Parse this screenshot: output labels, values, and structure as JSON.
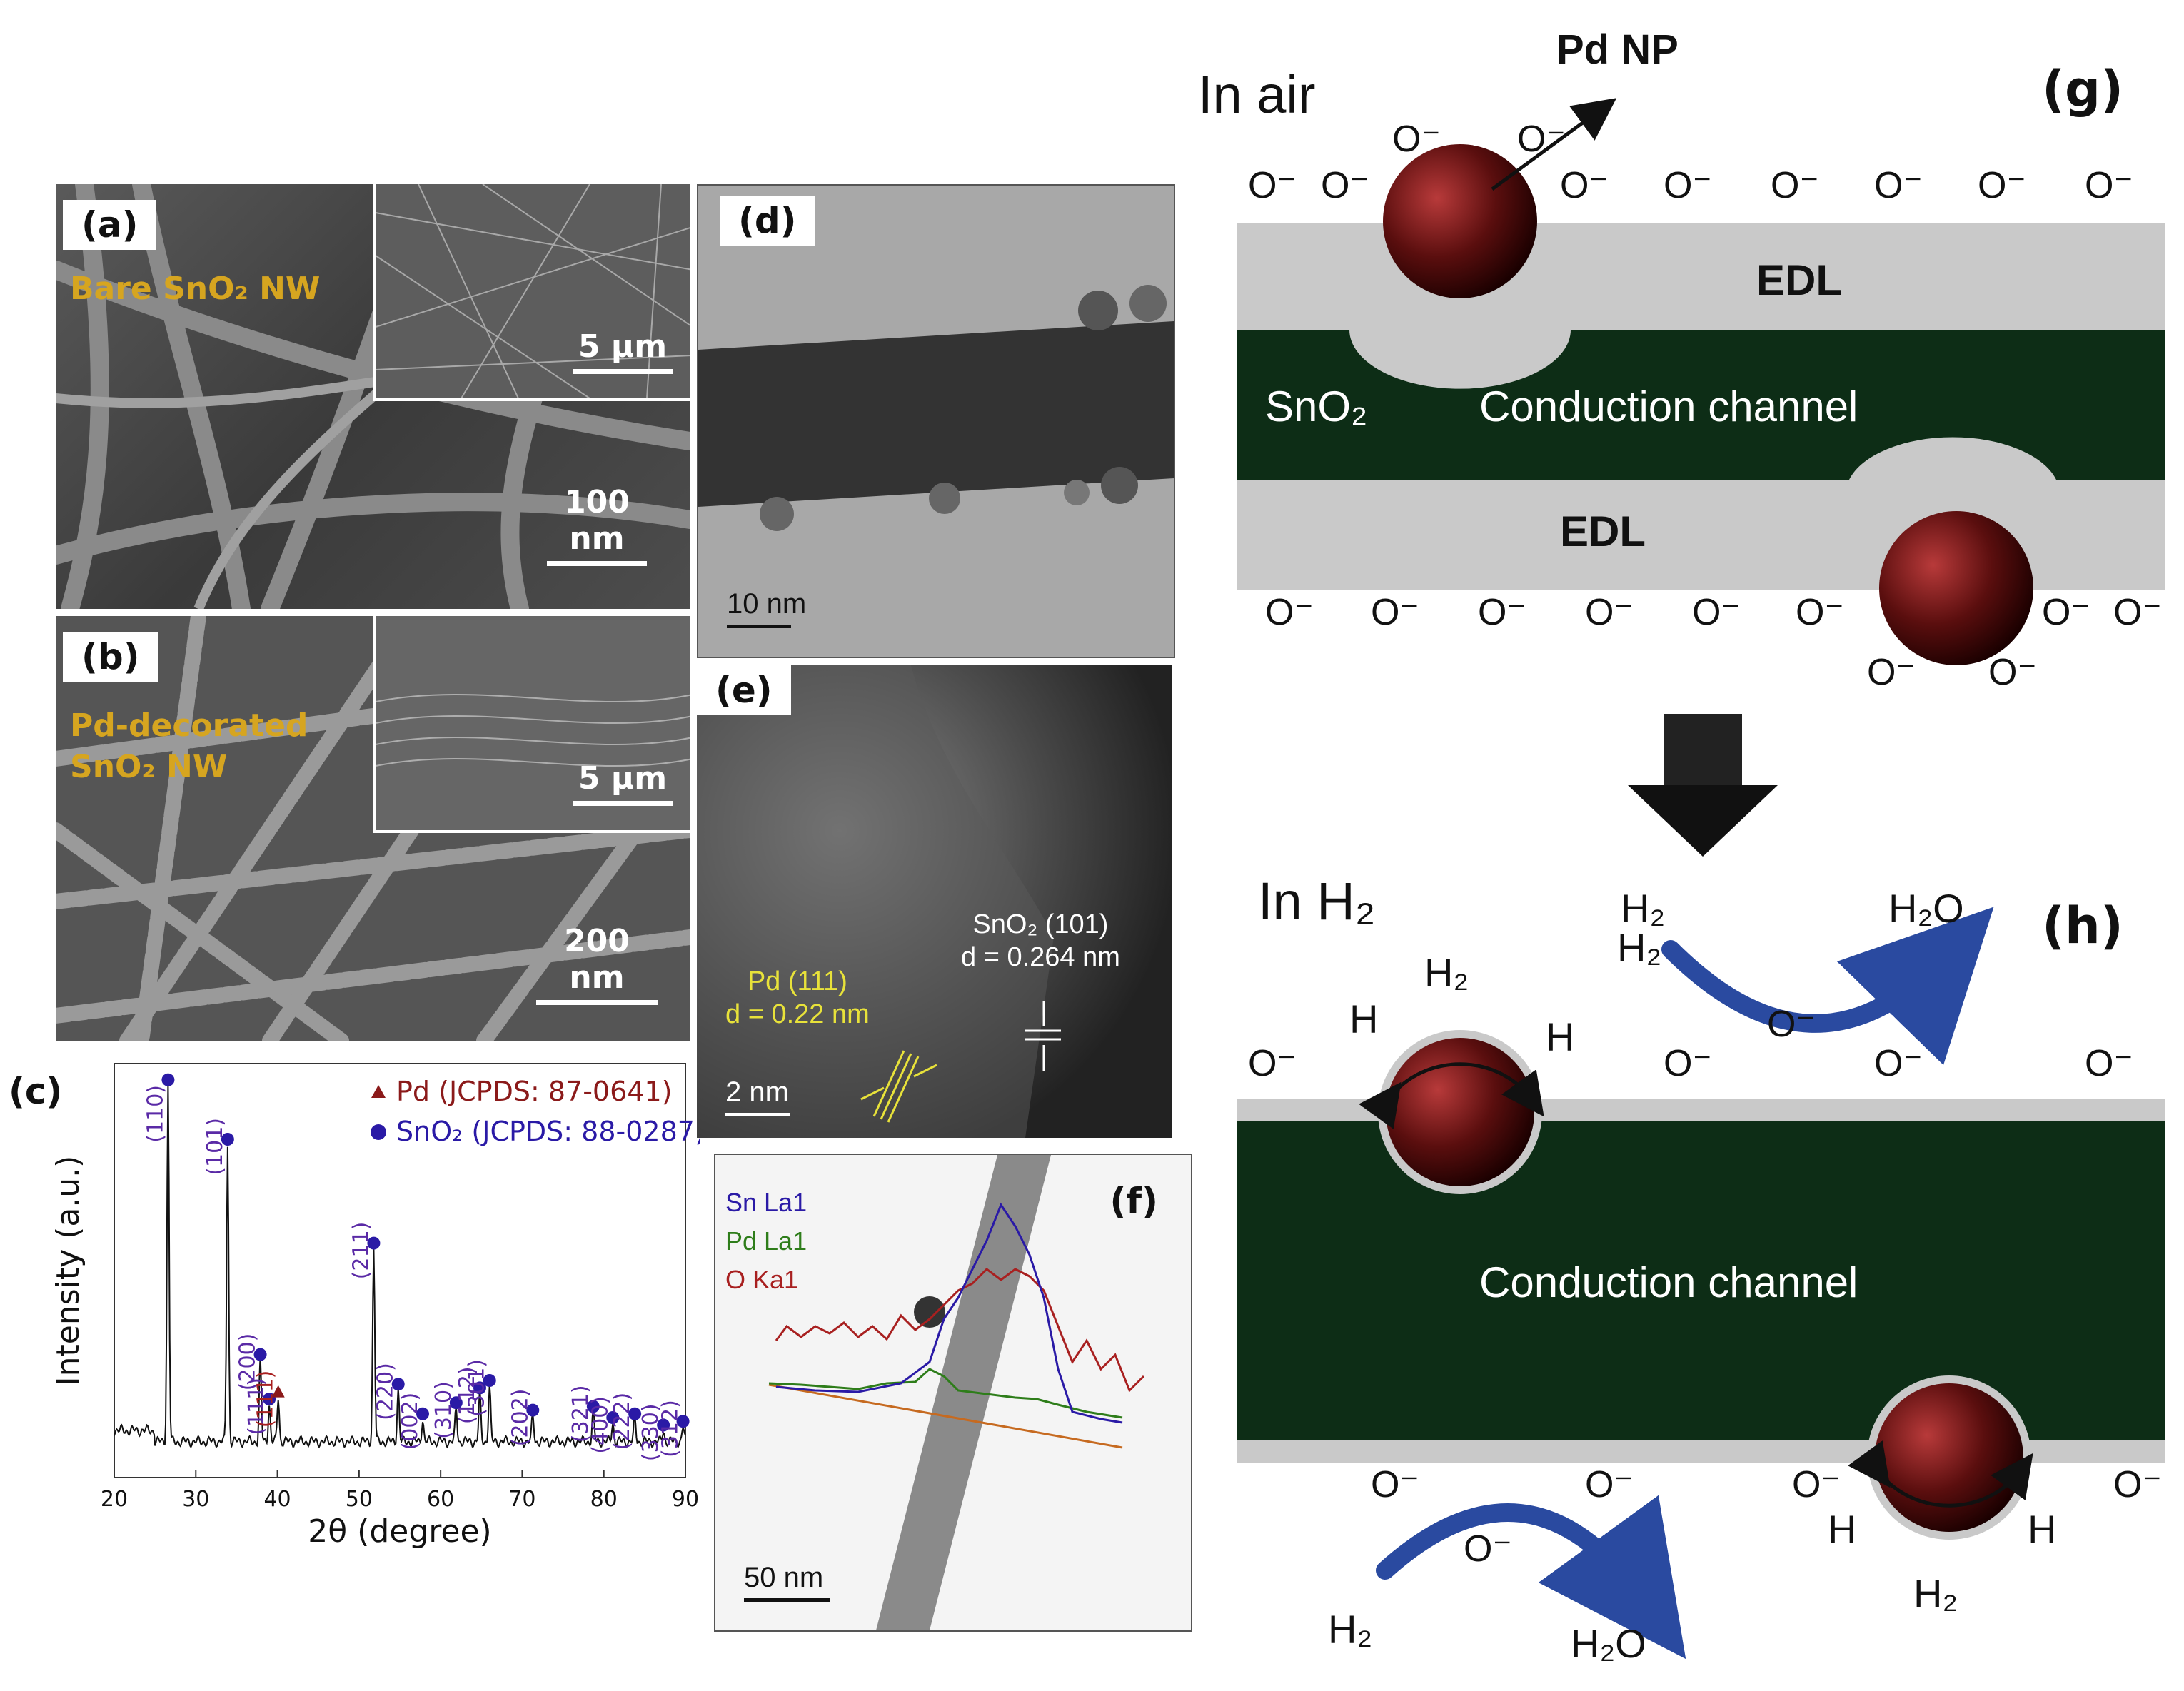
{
  "panels": {
    "a": {
      "label": "(a)",
      "title": "Bare SnO₂ NW",
      "inset_scale": "5 µm",
      "scale": "100 nm"
    },
    "b": {
      "label": "(b)",
      "title_line1": "Pd-decorated",
      "title_line2": "SnO₂ NW",
      "inset_scale": "5 µm",
      "scale": "200 nm"
    },
    "c": {
      "label": "(c)"
    },
    "d": {
      "label": "(d)",
      "scale": "10 nm"
    },
    "e": {
      "label": "(e)",
      "sno2_line1": "SnO₂ (101)",
      "sno2_line2": "d = 0.264 nm",
      "pd_line1": "Pd (111)",
      "pd_line2": "d = 0.22 nm",
      "scale": "2 nm"
    },
    "f": {
      "label": "(f)",
      "legend": [
        "Sn La1",
        "Pd La1",
        "O Ka1"
      ],
      "legend_colors": [
        "#2a1aa6",
        "#2e7d1a",
        "#a82020"
      ],
      "scale": "50 nm"
    },
    "g": {
      "label": "(g)",
      "env": "In air",
      "pd_np": "Pd NP",
      "edl_top": "EDL",
      "edl_bottom": "EDL",
      "material": "SnO₂",
      "channel": "Conduction channel",
      "ion": "O⁻"
    },
    "h": {
      "label": "(h)",
      "env": "In H₂",
      "channel": "Conduction channel",
      "h2": "H₂",
      "h2o": "H₂O",
      "h": "H",
      "ion": "O⁻"
    }
  },
  "chart_data": {
    "type": "line",
    "xlabel": "2θ (degree)",
    "ylabel": "Intensity (a.u.)",
    "xlim": [
      20,
      90
    ],
    "xticks": [
      20,
      30,
      40,
      50,
      60,
      70,
      80,
      90
    ],
    "legend": [
      {
        "name": "Pd (JCPDS: 87-0641)",
        "marker": "triangle",
        "color": "#8b1a1a"
      },
      {
        "name": "SnO₂ (JCPDS: 88-0287)",
        "marker": "circle",
        "color": "#2a1aa6"
      }
    ],
    "peaks": [
      {
        "x": 26.6,
        "y": 0.96,
        "label": "(110)",
        "phase": "SnO2"
      },
      {
        "x": 33.9,
        "y": 0.8,
        "label": "(101)",
        "phase": "SnO2"
      },
      {
        "x": 37.9,
        "y": 0.22,
        "label": "(200)",
        "phase": "SnO2"
      },
      {
        "x": 39.0,
        "y": 0.1,
        "label": "(111)",
        "phase": "SnO2"
      },
      {
        "x": 40.1,
        "y": 0.12,
        "label": "(111)",
        "phase": "Pd"
      },
      {
        "x": 51.8,
        "y": 0.52,
        "label": "(211)",
        "phase": "SnO2"
      },
      {
        "x": 54.8,
        "y": 0.14,
        "label": "(220)",
        "phase": "SnO2"
      },
      {
        "x": 57.8,
        "y": 0.06,
        "label": "(002)",
        "phase": "SnO2"
      },
      {
        "x": 61.9,
        "y": 0.09,
        "label": "(310)",
        "phase": "SnO2"
      },
      {
        "x": 64.8,
        "y": 0.13,
        "label": "(112)",
        "phase": "SnO2"
      },
      {
        "x": 66.0,
        "y": 0.15,
        "label": "(301)",
        "phase": "SnO2"
      },
      {
        "x": 71.3,
        "y": 0.07,
        "label": "(202)",
        "phase": "SnO2"
      },
      {
        "x": 78.7,
        "y": 0.08,
        "label": "(321)",
        "phase": "SnO2"
      },
      {
        "x": 81.1,
        "y": 0.05,
        "label": "(400)",
        "phase": "SnO2"
      },
      {
        "x": 83.8,
        "y": 0.06,
        "label": "(222)",
        "phase": "SnO2"
      },
      {
        "x": 87.3,
        "y": 0.03,
        "label": "(330)",
        "phase": "SnO2"
      },
      {
        "x": 89.7,
        "y": 0.04,
        "label": "(312)",
        "phase": "SnO2"
      }
    ]
  }
}
